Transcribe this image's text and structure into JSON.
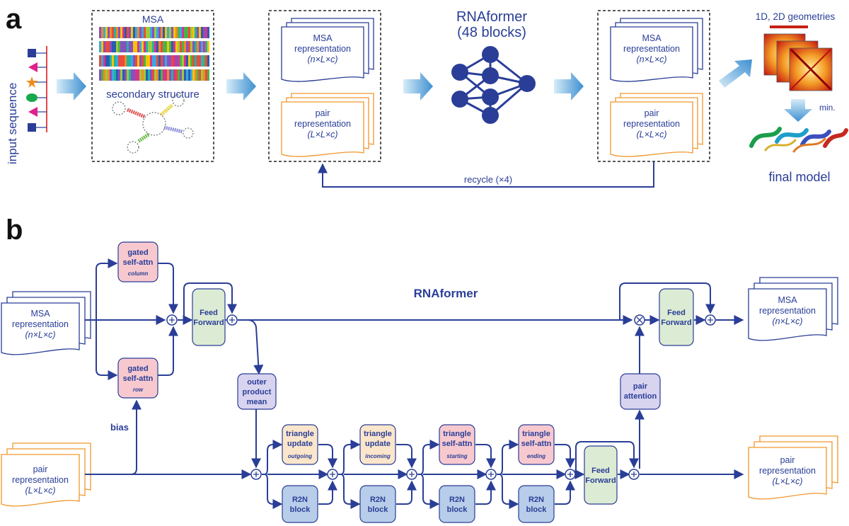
{
  "panel_a": {
    "label": "a",
    "input_label": "input sequence",
    "msa_title": "MSA",
    "ss_label": "secondary structure",
    "msa_repr": {
      "l1": "MSA",
      "l2": "representation",
      "l3": "(n×L×c)"
    },
    "pair_repr": {
      "l1": "pair",
      "l2": "representation",
      "l3": "(L×L×c)"
    },
    "net_title": "RNAformer",
    "net_sub": "(48 blocks)",
    "geometries": "1D, 2D geometries",
    "min": "min.",
    "final": "final model",
    "recycle": "recycle (×4)"
  },
  "panel_b": {
    "label": "b",
    "title": "RNAformer",
    "bias": "bias",
    "msa_in": {
      "l1": "MSA",
      "l2": "representation",
      "l3": "(n×L×c)"
    },
    "pair_in": {
      "l1": "pair",
      "l2": "representation",
      "l3": "(L×L×c)"
    },
    "msa_out": {
      "l1": "MSA",
      "l2": "representation",
      "l3": "(n×L×c)"
    },
    "pair_out": {
      "l1": "pair",
      "l2": "representation",
      "l3": "(L×L×c)"
    },
    "gated_col": {
      "t1": "gated",
      "t2": "self-attn",
      "sub": "column"
    },
    "gated_row": {
      "t1": "gated",
      "t2": "self-attn",
      "sub": "row"
    },
    "ff1": {
      "t1": "Feed",
      "t2": "Forward"
    },
    "ff2": {
      "t1": "Feed",
      "t2": "Forward"
    },
    "ff3": {
      "t1": "Feed",
      "t2": "Forward"
    },
    "opm": {
      "t1": "outer",
      "t2": "product",
      "t3": "mean"
    },
    "pair_attention": {
      "t1": "pair",
      "t2": "attention"
    },
    "tri_out": {
      "t1": "triangle",
      "t2": "update",
      "sub": "outgoing"
    },
    "tri_in": {
      "t1": "triangle",
      "t2": "update",
      "sub": "incoming"
    },
    "tri_start": {
      "t1": "triangle",
      "t2": "self-attn",
      "sub": "starting"
    },
    "tri_end": {
      "t1": "triangle",
      "t2": "self-attn",
      "sub": "ending"
    },
    "r2n": {
      "t1": "R2N",
      "t2": "block"
    }
  },
  "colors": {
    "navy": "#2a3e97",
    "orange": "#f0962d",
    "pink": "#f7c9cf",
    "green": "#dcebd3",
    "purple": "#d8d3ef",
    "blue": "#b7cde9",
    "cream": "#fbe6cb",
    "arrow_light": "#bfe0f4",
    "arrow_dark": "#3d8fd1"
  }
}
